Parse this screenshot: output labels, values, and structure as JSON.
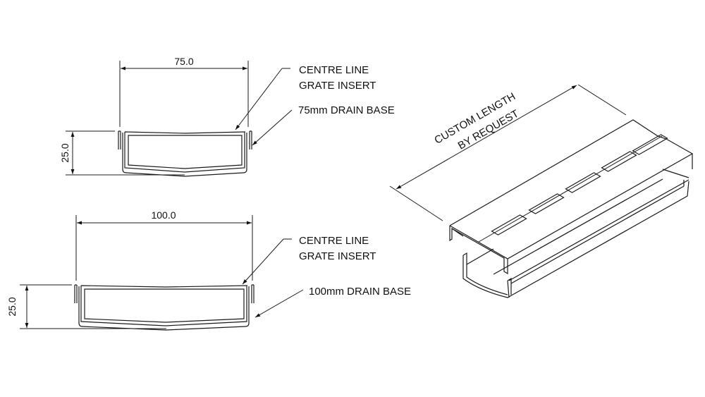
{
  "profile_75": {
    "width_label": "75.0",
    "height_label": "25.0",
    "callout_insert_line1": "CENTRE LINE",
    "callout_insert_line2": "GRATE INSERT",
    "callout_base": "75mm DRAIN BASE"
  },
  "profile_100": {
    "width_label": "100.0",
    "height_label": "25.0",
    "callout_insert_line1": "CENTRE LINE",
    "callout_insert_line2": "GRATE INSERT",
    "callout_base": "100mm DRAIN BASE"
  },
  "isometric": {
    "length_label_line1": "CUSTOM LENGTH",
    "length_label_line2": "BY REQUEST"
  }
}
